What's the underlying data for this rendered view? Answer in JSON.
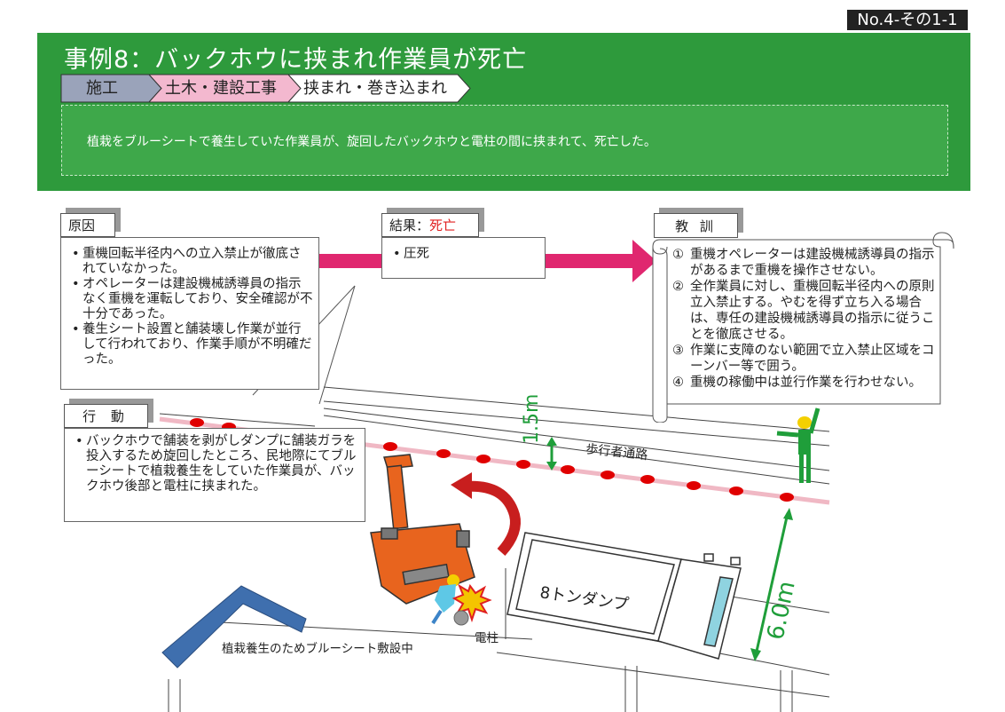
{
  "page_number": "No.4-その1-1",
  "title": "事例8：バックホウに挟まれ作業員が死亡",
  "breadcrumbs": [
    "施工",
    "土木・建設工事",
    "挟まれ・巻き込まれ"
  ],
  "summary": "植栽をブルーシートで養生していた作業員が、旋回したバックホウと電柱の間に挟まれて、死亡した。",
  "cause": {
    "label": "原因",
    "items": [
      "重機回転半径内への立入禁止が徹底されていなかった。",
      "オペレーターは建設機械誘導員の指示なく重機を運転しており、安全確認が不十分であった。",
      "養生シート設置と舗装壊し作業が並行して行われており、作業手順が不明確だった。"
    ]
  },
  "result": {
    "label": "結果：",
    "label_emphasis": "死亡",
    "items": [
      "圧死"
    ]
  },
  "lesson": {
    "label": "教 訓",
    "items": [
      {
        "num": "①",
        "text": "重機オペレーターは建設機械誘導員の指示があるまで重機を操作させない。"
      },
      {
        "num": "②",
        "text": "全作業員に対し、重機回転半径内への原則立入禁止する。やむを得ず立ち入る場合は、専任の建設機械誘導員の指示に従うことを徹底させる。"
      },
      {
        "num": "③",
        "text": "作業に支障のない範囲で立入禁止区域をコーンバー等で囲う。"
      },
      {
        "num": "④",
        "text": "重機の稼働中は並行作業を行わせない。"
      }
    ]
  },
  "action": {
    "label": "行 動",
    "items": [
      "バックホウで舗装を剥がしダンプに舗装ガラを投入するため旋回したところ、民地際にてブルーシートで植栽養生をしていた作業員が、バックホウ後部と電柱に挟まれた。"
    ]
  },
  "illustration": {
    "dim_small": "1.5m",
    "dim_large": "6.0m",
    "walkway": "歩行者通路",
    "truck": "8トンダンプ",
    "pole": "電柱",
    "sheet": "植栽養生のためブルーシート敷設中"
  },
  "colors": {
    "header_green": "#2e9a3c",
    "crumb_gray": "#9aa3ba",
    "crumb_pink": "#f3b8cf",
    "arrow_magenta": "#e0276f",
    "excavator_orange": "#e8641e",
    "sheet_blue": "#3f6fae",
    "cone_red": "#e00000",
    "dim_green": "#1f9e3a",
    "death_red": "#e02020"
  }
}
